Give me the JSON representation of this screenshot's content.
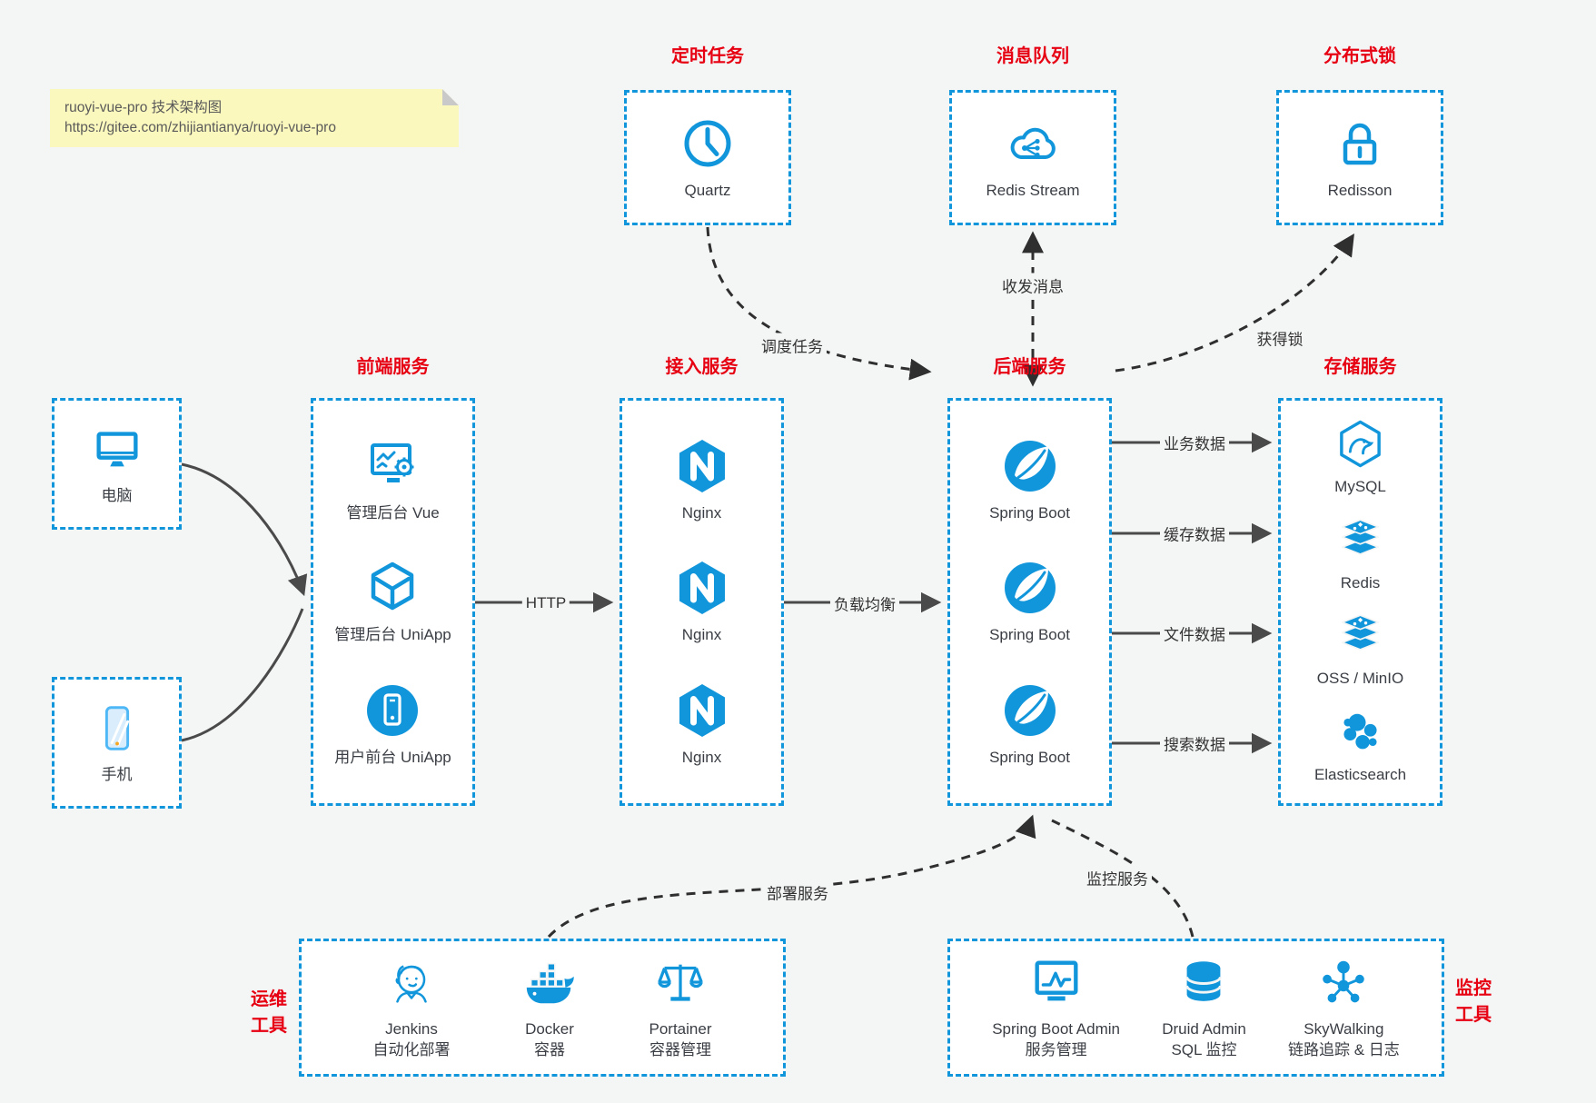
{
  "note": {
    "line1": "ruoyi-vue-pro 技术架构图",
    "line2": "https://gitee.com/zhijiantianya/ruoyi-vue-pro"
  },
  "colors": {
    "accent_blue": "#1296db",
    "title_red": "#e60012",
    "solid_arrow": "#4a4a4a",
    "dashed_arrow": "#2f2f2f",
    "note_bg": "#fbf8bd",
    "canvas_bg": "#f4f5f5"
  },
  "top_groups": [
    {
      "id": "scheduled-task",
      "title": "定时任务",
      "icon": "clock-icon",
      "label": "Quartz"
    },
    {
      "id": "message-queue",
      "title": "消息队列",
      "icon": "cloud-share-icon",
      "label": "Redis Stream"
    },
    {
      "id": "distributed-lock",
      "title": "分布式锁",
      "icon": "lock-icon",
      "label": "Redisson"
    }
  ],
  "clients": [
    {
      "id": "pc",
      "icon": "desktop-icon",
      "label": "电脑"
    },
    {
      "id": "mobile",
      "icon": "phone-icon",
      "label": "手机"
    }
  ],
  "columns": [
    {
      "id": "frontend",
      "title": "前端服务",
      "items": [
        {
          "icon": "admin-vue-icon",
          "label": "管理后台 Vue"
        },
        {
          "icon": "cube-icon",
          "label": "管理后台 UniApp"
        },
        {
          "icon": "phone-circle-icon",
          "label": "用户前台 UniApp"
        }
      ]
    },
    {
      "id": "gateway",
      "title": "接入服务",
      "items": [
        {
          "icon": "nginx-icon",
          "label": "Nginx"
        },
        {
          "icon": "nginx-icon",
          "label": "Nginx"
        },
        {
          "icon": "nginx-icon",
          "label": "Nginx"
        }
      ]
    },
    {
      "id": "backend",
      "title": "后端服务",
      "items": [
        {
          "icon": "spring-icon",
          "label": "Spring Boot"
        },
        {
          "icon": "spring-icon",
          "label": "Spring Boot"
        },
        {
          "icon": "spring-icon",
          "label": "Spring Boot"
        }
      ]
    },
    {
      "id": "storage",
      "title": "存储服务",
      "items": [
        {
          "icon": "mysql-icon",
          "label": "MySQL"
        },
        {
          "icon": "redis-icon",
          "label": "Redis"
        },
        {
          "icon": "redis-icon",
          "label": "OSS / MinIO"
        },
        {
          "icon": "elastic-icon",
          "label": "Elasticsearch"
        }
      ]
    }
  ],
  "bottom_groups": [
    {
      "id": "ops-tools",
      "side_label": "运维\n工具",
      "items": [
        {
          "icon": "jenkins-icon",
          "label1": "Jenkins",
          "label2": "自动化部署"
        },
        {
          "icon": "docker-icon",
          "label1": "Docker",
          "label2": "容器"
        },
        {
          "icon": "portainer-icon",
          "label1": "Portainer",
          "label2": "容器管理"
        }
      ]
    },
    {
      "id": "monitor-tools",
      "side_label": "监控\n工具",
      "items": [
        {
          "icon": "monitor-admin-icon",
          "label1": "Spring Boot Admin",
          "label2": "服务管理"
        },
        {
          "icon": "druid-icon",
          "label1": "Druid Admin",
          "label2": "SQL 监控"
        },
        {
          "icon": "skywalking-icon",
          "label1": "SkyWalking",
          "label2": "链路追踪 & 日志"
        }
      ]
    }
  ],
  "edge_labels": {
    "schedule": "调度任务",
    "message": "收发消息",
    "lock": "获得锁",
    "http": "HTTP",
    "load_balance": "负载均衡",
    "business": "业务数据",
    "cache": "缓存数据",
    "file": "文件数据",
    "search": "搜索数据",
    "deploy": "部署服务",
    "monitor": "监控服务"
  }
}
